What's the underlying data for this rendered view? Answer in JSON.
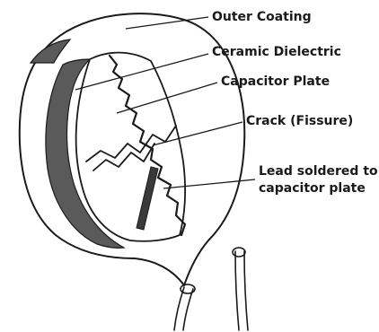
{
  "labels": {
    "outer_coating": "Outer Coating",
    "ceramic_dielectric": "Ceramic Dielectric",
    "capacitor_plate": "Capacitor Plate",
    "crack": "Crack (Fissure)",
    "lead_line1": "Lead soldered to",
    "lead_line2": "capacitor plate"
  },
  "colors": {
    "ink": "#1a1a1a",
    "background": "#ffffff",
    "coating_shade": "#5a5a5a"
  }
}
